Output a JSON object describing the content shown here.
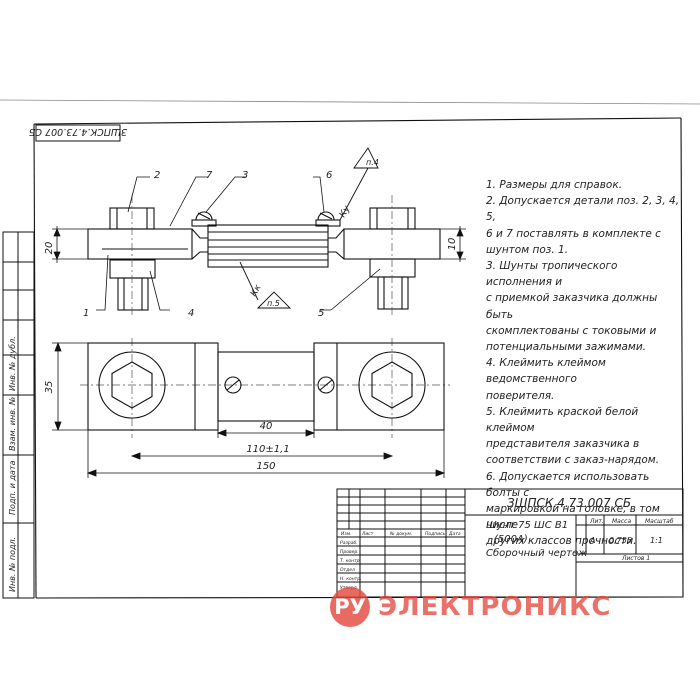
{
  "corner_code": "ЗШПСК.4.73.007 СБ",
  "leaders": {
    "l1": "1",
    "l2": "2",
    "l3": "3",
    "l4": "4",
    "l5": "5",
    "l6": "6",
    "l7": "7"
  },
  "marks": {
    "ku_top": "Ку",
    "ku_bottom": "Кк",
    "p4": "п.4",
    "p5": "п.5"
  },
  "dims": {
    "d20": "20",
    "d10": "10",
    "d35": "35",
    "d40": "40",
    "d110": "110±1,1",
    "d150": "150"
  },
  "notes": [
    "1. Размеры для справок.",
    "2. Допускается детали поз. 2, 3, 4, 5,",
    "6 и 7 поставлять в комплекте с",
    "шунтом поз. 1.",
    "3. Шунты тропического исполнения и",
    "с приемкой заказчика должны быть",
    "скомплектованы с токовыми и",
    "потенциальными зажимами.",
    "4. Клеймить клеймом ведомственного",
    "поверителя.",
    "5. Клеймить краской белой клеймом",
    "представителя заказчика в",
    "соответствии с заказ-нарядом.",
    "6. Допускается использовать болты с",
    "маркировкой на головке, в том числе",
    "других классов прочности."
  ],
  "side_stamp": {
    "c1": "Инв. № подл.",
    "c2": "Подп. и дата",
    "c3": "Взам. инв. №",
    "c4": "Инв. № дубл."
  },
  "title_block": {
    "designation": "ЗШПСК.4.73.007 СБ",
    "name1": "Шунт 75 ШС В1",
    "name2": "(500А)",
    "name3": "Сборочный чертеж",
    "col_lit": "Лит.",
    "col_mass": "Масса",
    "col_scale": "Масштаб",
    "lit": "А",
    "mass": "0,755",
    "scale": "1:1",
    "sheets": "Листов   1",
    "h_izm": "Изм.",
    "h_list": "Лист",
    "h_doc": "№ докум.",
    "h_sign": "Подпись",
    "h_date": "Дата",
    "r_razrab": "Разраб.",
    "r_prov": "Провер.",
    "r_tkontr": "Т. контр.",
    "r_nkontr": "Н. контр.",
    "r_utv": "Утверд.",
    "r_empty": "Отдел"
  },
  "watermark": {
    "logo": "РУ",
    "text": "ЭЛЕКТРОНИКС",
    "color": "#e34a3f"
  }
}
